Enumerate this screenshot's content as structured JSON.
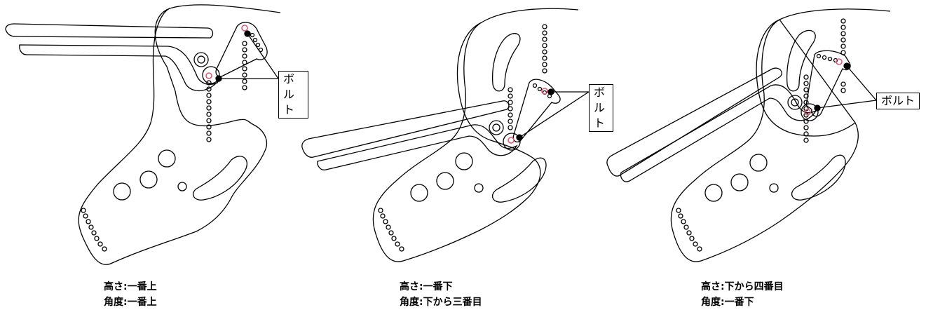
{
  "callout_label": "ボルト",
  "colors": {
    "line": "#000000",
    "highlight_hole": "#e05a78",
    "background": "#ffffff"
  },
  "panels": [
    {
      "height": "高さ:一番上",
      "angle": "角度:一番上"
    },
    {
      "height": "高さ:一番下",
      "angle": "角度:下から三番目"
    },
    {
      "height": "高さ:下から四番目",
      "angle": "角度:一番下"
    }
  ]
}
